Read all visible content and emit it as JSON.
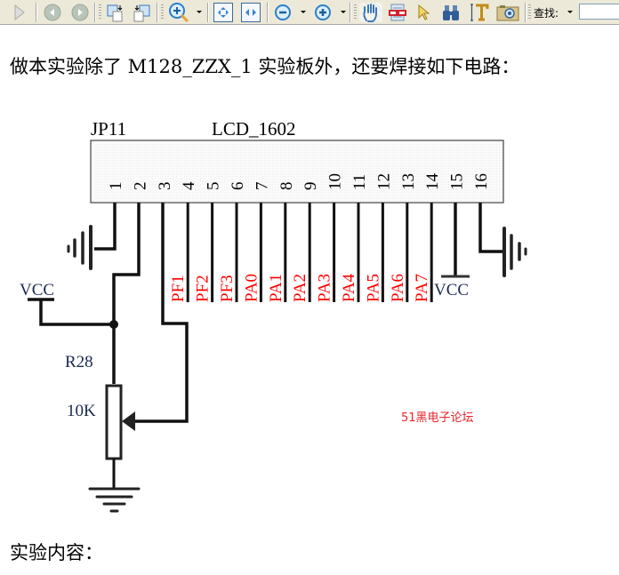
{
  "toolbar": {
    "buttons": [
      {
        "name": "play-icon"
      },
      {
        "name": "back-icon"
      },
      {
        "name": "forward-icon"
      },
      {
        "name": "page-prev-icon"
      },
      {
        "name": "page-next-icon"
      },
      {
        "name": "zoom-in-icon"
      },
      {
        "name": "fit-page-icon"
      },
      {
        "name": "fit-width-icon"
      },
      {
        "name": "zoom-out-icon"
      },
      {
        "name": "zoom-plus-icon"
      },
      {
        "name": "hand-tool-icon"
      },
      {
        "name": "reading-glasses-icon"
      },
      {
        "name": "select-arrow-icon"
      },
      {
        "name": "binoculars-icon"
      },
      {
        "name": "text-select-icon"
      },
      {
        "name": "snapshot-camera-icon"
      }
    ],
    "find_label": "查找:",
    "find_value": ""
  },
  "document": {
    "intro": "做本实验除了 M128_ZZX_1 实验板外，还要焊接如下电路：",
    "section_heading": "实验内容：",
    "watermark": "51黑电子论坛"
  },
  "schematic": {
    "connector_label": "JP11",
    "module_label": "LCD_1602",
    "pins": [
      "1",
      "2",
      "3",
      "4",
      "5",
      "6",
      "7",
      "8",
      "9",
      "10",
      "11",
      "12",
      "13",
      "14",
      "15",
      "16"
    ],
    "signals": [
      "PF1",
      "PF2",
      "PF3",
      "PA0",
      "PA1",
      "PA2",
      "PA3",
      "PA4",
      "PA5",
      "PA6",
      "PA7"
    ],
    "vcc_left": "VCC",
    "vcc_right": "VCC",
    "resistor_ref": "R28",
    "resistor_value": "10K",
    "signal_color": "#ff0000"
  }
}
